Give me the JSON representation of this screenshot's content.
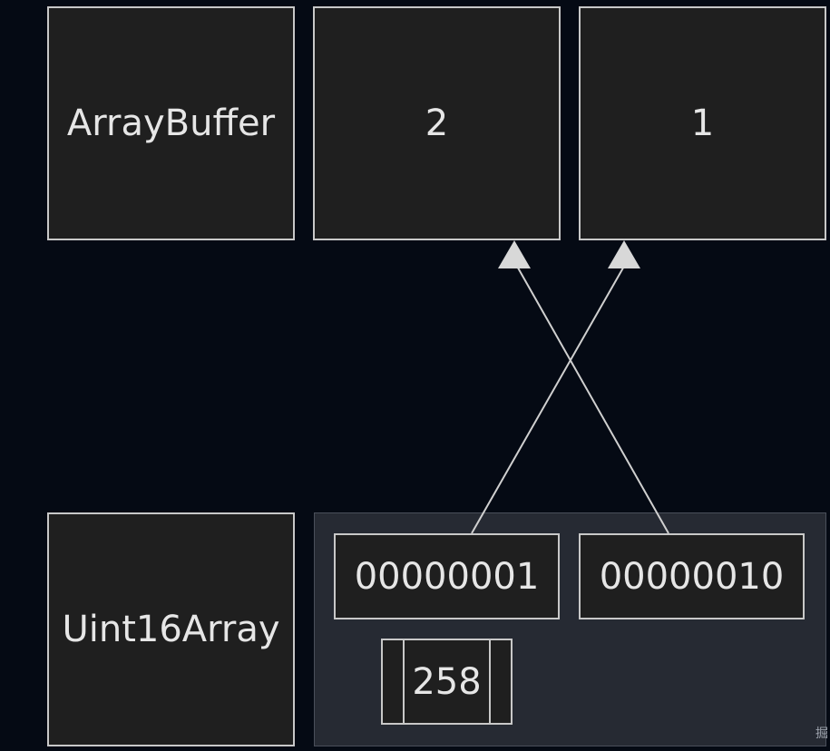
{
  "colors": {
    "background": "#050a14",
    "box_fill": "#1f1f1f",
    "box_border": "#c8c8c8",
    "text": "#e6e6e6",
    "group_fill": "#262a33"
  },
  "rows": {
    "top_label": "ArrayBuffer",
    "bottom_label": "Uint16Array"
  },
  "buffer_cells": [
    "2",
    "1"
  ],
  "view": {
    "bytes": [
      "00000001",
      "00000010"
    ],
    "value": "258"
  },
  "watermark": "掘"
}
